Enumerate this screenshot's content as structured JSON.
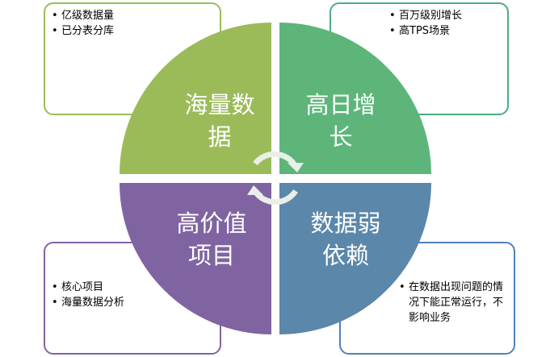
{
  "quadrants": {
    "top_left": {
      "label": "海量数\n据",
      "color": "#9bbb59"
    },
    "top_right": {
      "label": "高日增\n长",
      "color": "#5db57a"
    },
    "bottom_left": {
      "label": "高价值\n项目",
      "color": "#8064a2"
    },
    "bottom_right": {
      "label": "数据弱\n依赖",
      "color": "#5b87aa"
    }
  },
  "notes": {
    "top_left": {
      "items": [
        "亿级数据量",
        "已分表分库"
      ],
      "border_color": "#9bbb59"
    },
    "top_right": {
      "items": [
        "百万级别增长",
        "高TPS场景"
      ],
      "border_color": "#4bac80"
    },
    "bottom_left": {
      "items": [
        "核心项目",
        "海量数据分析"
      ],
      "border_color": "#8064a2"
    },
    "bottom_right": {
      "items": [
        "在数据出现问题的情况下能正常运行，不影响业务"
      ],
      "border_color": "#4f81bd"
    }
  },
  "cycle_arrows": {
    "icon": "cycle-arrows-icon",
    "color": "#e9efe7"
  }
}
